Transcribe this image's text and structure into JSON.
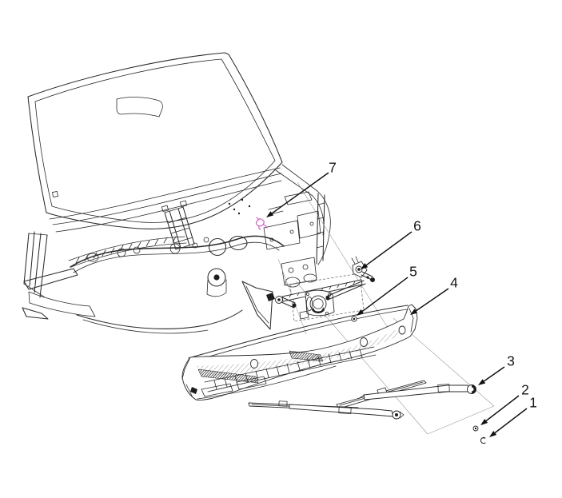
{
  "callouts": [
    {
      "label": "1"
    },
    {
      "label": "2"
    },
    {
      "label": "3"
    },
    {
      "label": "4"
    },
    {
      "label": "5"
    },
    {
      "label": "6"
    },
    {
      "label": "7"
    }
  ],
  "colors": {
    "background": "#ffffff",
    "line": "#2a2a2a",
    "callout_text": "#161616",
    "highlight_connector": "#c85abe",
    "solid_fill": "#1d1d1d"
  }
}
